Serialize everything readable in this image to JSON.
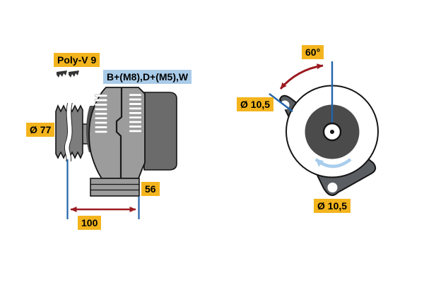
{
  "drawing": {
    "title": "Alternator two-view technical drawing",
    "colors": {
      "label_yellow": "#F3B41D",
      "label_blue": "#A9CBE8",
      "dimension_line_blue": "#2264AC",
      "dimension_arrow_red": "#9C1B20",
      "rotation_arrow_lightblue": "#A9CDEC",
      "body_gray": "#9C9C9C",
      "rear_housing_gray": "#6B6B6B",
      "bracket_gray": "#5A5E62"
    },
    "side_view": {
      "belt_type_label": "Poly-V 9",
      "terminals_label": "B+(M8),D+(M5),W",
      "pulley_diameter_label": "Ø 77",
      "length_label": "56",
      "mount_spacing_label": "100"
    },
    "front_view": {
      "angle_label": "60°",
      "hole_top_label": "Ø 10,5",
      "hole_bottom_label": "Ø 10,5"
    },
    "icons": {
      "belt_profile": "poly-v-belt-profile-icon",
      "rotation": "rotation-direction-arrow-icon"
    }
  }
}
